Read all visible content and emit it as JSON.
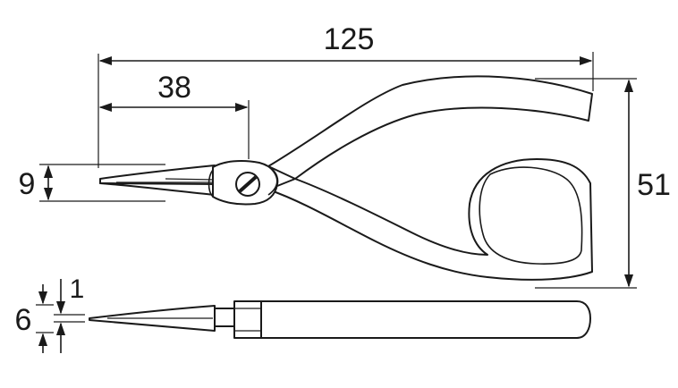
{
  "dimensions": {
    "overall_length": "125",
    "jaw_length": "38",
    "nose_width": "9",
    "overall_height": "51",
    "nose_tip": "1",
    "side_thickness": "6"
  },
  "colors": {
    "ink": "#1a1a1a",
    "background": "#ffffff"
  }
}
